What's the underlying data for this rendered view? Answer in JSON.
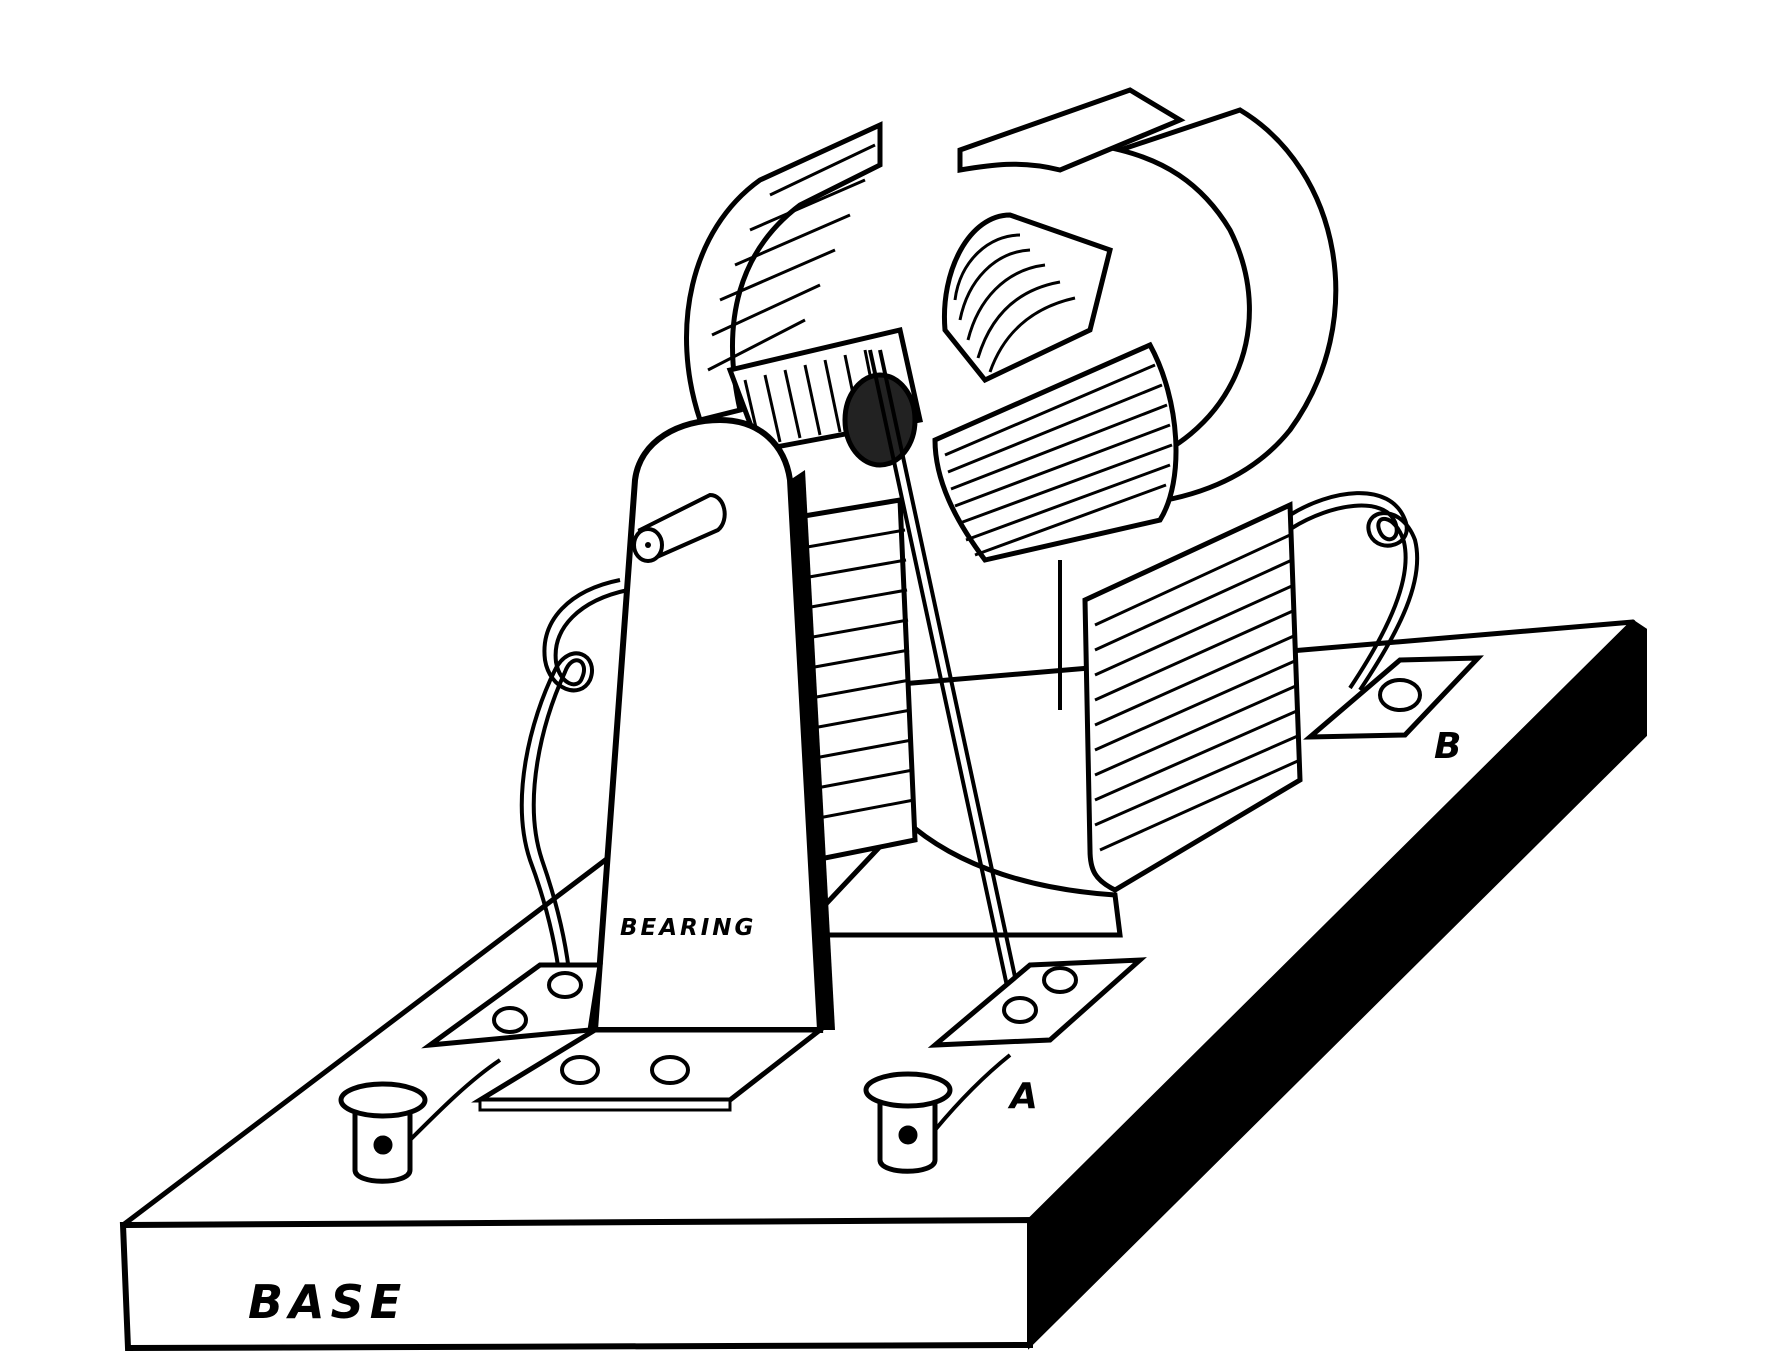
{
  "figure": {
    "subject": "Electric motor assembly mounted on a wooden base",
    "style": "black line-art engraving on white",
    "colors": {
      "ink": "#000000",
      "paper": "#ffffff"
    }
  },
  "labels": {
    "bearing": "BEARING",
    "terminal_a": "A",
    "terminal_b": "B",
    "base": "BASE"
  },
  "components": [
    {
      "id": "base",
      "label": "BASE"
    },
    {
      "id": "bearing",
      "label": "BEARING"
    },
    {
      "id": "terminal-a",
      "label": "A"
    },
    {
      "id": "terminal-b",
      "label": "B"
    },
    {
      "id": "field-magnet",
      "label": ""
    },
    {
      "id": "armature",
      "label": ""
    },
    {
      "id": "binding-post-left",
      "label": ""
    },
    {
      "id": "binding-post-right",
      "label": ""
    },
    {
      "id": "brush-wire",
      "label": ""
    }
  ]
}
